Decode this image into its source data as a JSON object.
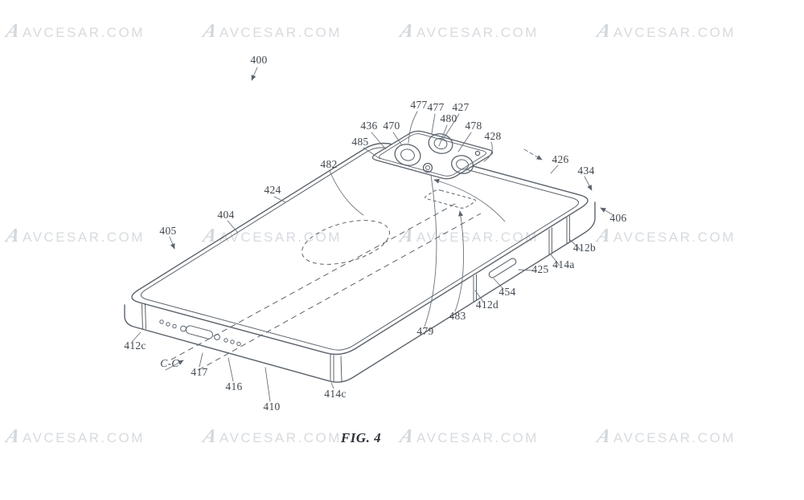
{
  "figure": {
    "caption": "FIG. 4"
  },
  "watermark": {
    "logo": "A",
    "text": "AVCESAR.COM"
  },
  "colors": {
    "line": "#5b636c",
    "leader": "#6b737c",
    "watermark": "#d7dbdf",
    "label": "#40474f"
  },
  "icons": {
    "watermark_logo": "avcesar-logo-icon",
    "arrowhead": "leader-arrowhead-icon"
  },
  "labels": [
    {
      "id": "400",
      "text": "400"
    },
    {
      "id": "477a",
      "text": "477"
    },
    {
      "id": "477b",
      "text": "477"
    },
    {
      "id": "427",
      "text": "427"
    },
    {
      "id": "480",
      "text": "480"
    },
    {
      "id": "436",
      "text": "436"
    },
    {
      "id": "470",
      "text": "470"
    },
    {
      "id": "478",
      "text": "478"
    },
    {
      "id": "485",
      "text": "485"
    },
    {
      "id": "428",
      "text": "428"
    },
    {
      "id": "426",
      "text": "426"
    },
    {
      "id": "434",
      "text": "434"
    },
    {
      "id": "482",
      "text": "482"
    },
    {
      "id": "424",
      "text": "424"
    },
    {
      "id": "404",
      "text": "404"
    },
    {
      "id": "405",
      "text": "405"
    },
    {
      "id": "406",
      "text": "406"
    },
    {
      "id": "412b",
      "text": "412b"
    },
    {
      "id": "414a",
      "text": "414a"
    },
    {
      "id": "425",
      "text": "425"
    },
    {
      "id": "454",
      "text": "454"
    },
    {
      "id": "412d",
      "text": "412d"
    },
    {
      "id": "483",
      "text": "483"
    },
    {
      "id": "479",
      "text": "479"
    },
    {
      "id": "412c",
      "text": "412c"
    },
    {
      "id": "CC",
      "text": "C-C"
    },
    {
      "id": "417",
      "text": "417"
    },
    {
      "id": "416",
      "text": "416"
    },
    {
      "id": "410",
      "text": "410"
    },
    {
      "id": "414c",
      "text": "414c"
    }
  ]
}
